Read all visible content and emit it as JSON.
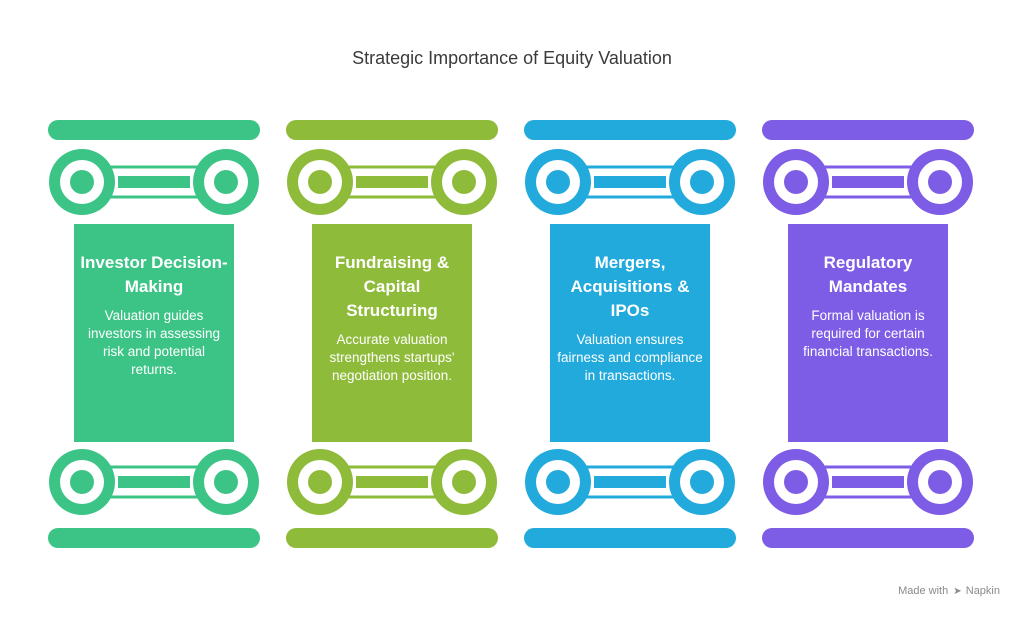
{
  "title": "Strategic Importance of Equity Valuation",
  "pillars": [
    {
      "title": "Investor Decision-Making",
      "description": "Valuation guides investors in assessing risk and potential returns.",
      "color": "#3cc486"
    },
    {
      "title": "Fundraising & Capital Structuring",
      "description": "Accurate valuation strengthens startups' negotiation position.",
      "color": "#8fbb3a"
    },
    {
      "title": "Mergers, Acquisitions & IPOs",
      "description": "Valuation ensures fairness and compliance in transactions.",
      "color": "#21aadb"
    },
    {
      "title": "Regulatory Mandates",
      "description": "Formal valuation is required for certain financial transactions.",
      "color": "#7d5ce6"
    }
  ],
  "credit": {
    "prefix": "Made with",
    "brand": "Napkin",
    "icon": "napkin-logo-icon"
  }
}
